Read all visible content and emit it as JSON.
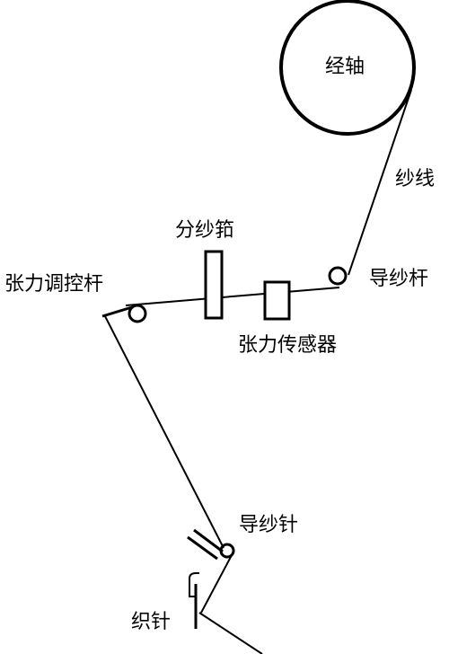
{
  "diagram": {
    "colors": {
      "line": "#000000",
      "background": "#ffffff"
    },
    "labels": {
      "beam": "经轴",
      "yarn": "纱线",
      "reed": "分纱筘",
      "guide_rod": "导纱杆",
      "tension_lever": "张力调控杆",
      "tension_sensor": "张力传感器",
      "guide_needle": "导纱针",
      "knitting_needle": "织针"
    }
  }
}
